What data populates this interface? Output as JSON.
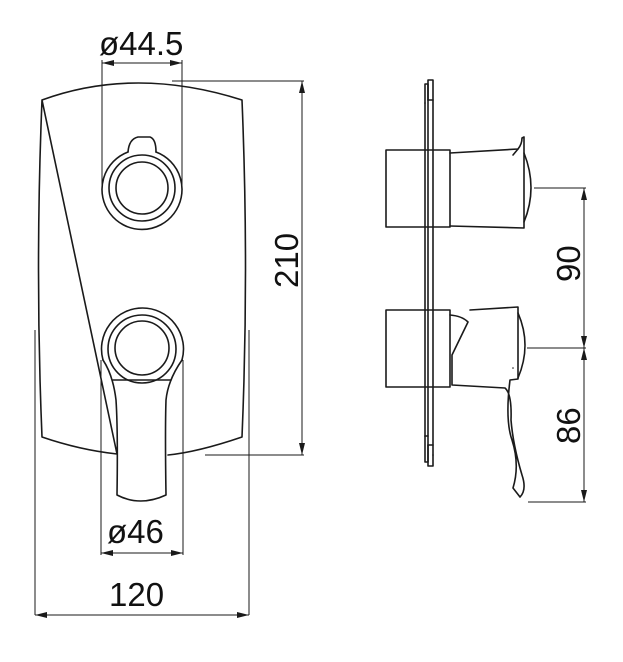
{
  "drawing": {
    "subject": "concealed shower mixer with diverter - front and side view",
    "line_color": "#1a1a1a",
    "background": "#ffffff"
  },
  "front_view": {
    "dimensions": {
      "top_knob_diameter": "ø44.5",
      "bottom_knob_diameter": "ø46",
      "plate_width": "120",
      "plate_height": "210"
    }
  },
  "side_view": {
    "dimensions": {
      "upper_spacing": "90",
      "lever_drop": "86"
    }
  }
}
